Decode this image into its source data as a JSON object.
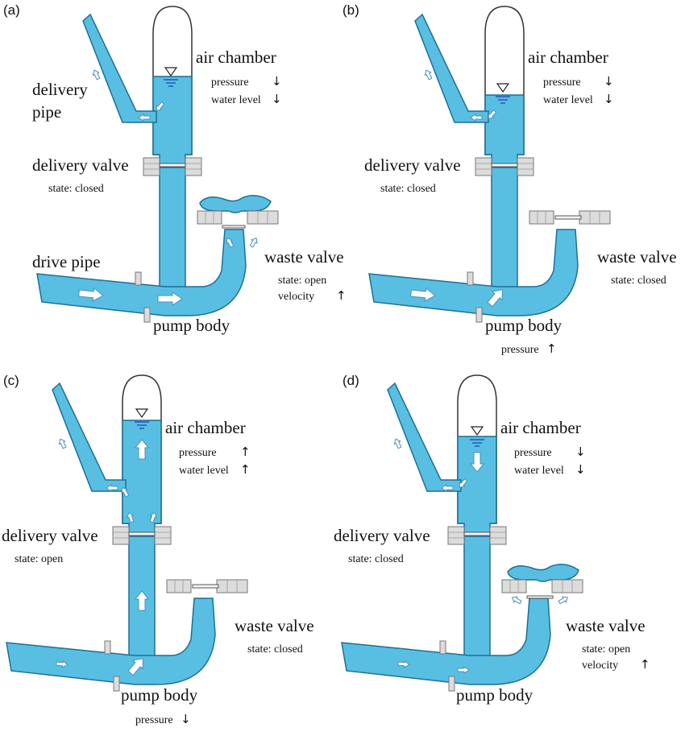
{
  "panels": [
    {
      "id": "a",
      "label": "(a)",
      "texts": {
        "air_chamber": "air chamber",
        "pressure": "pressure",
        "pressure_sym": "↓",
        "water_level": "water level",
        "water_level_sym": "↓",
        "delivery_pipe_1": "delivery",
        "delivery_pipe_2": "pipe",
        "delivery_valve": "delivery valve",
        "delivery_state": "state: closed",
        "drive_pipe": "drive pipe",
        "waste_valve": "waste valve",
        "waste_state": "state: open",
        "velocity": "velocity",
        "velocity_sym": "↑",
        "pump_body": "pump body"
      }
    },
    {
      "id": "b",
      "label": "(b)",
      "texts": {
        "air_chamber": "air chamber",
        "pressure": "pressure",
        "pressure_sym": "↓",
        "water_level": "water level",
        "water_level_sym": "↓",
        "delivery_valve": "delivery valve",
        "delivery_state": "state: closed",
        "waste_valve": "waste valve",
        "waste_state": "state: closed",
        "pump_body": "pump body",
        "body_pressure": "pressure",
        "body_pressure_sym": "↑"
      }
    },
    {
      "id": "c",
      "label": "(c)",
      "texts": {
        "air_chamber": "air chamber",
        "pressure": "pressure",
        "pressure_sym": "↑",
        "water_level": "water level",
        "water_level_sym": "↑",
        "delivery_valve": "delivery valve",
        "delivery_state": "state: open",
        "waste_valve": "waste valve",
        "waste_state": "state: closed",
        "pump_body": "pump body",
        "body_pressure": "pressure",
        "body_pressure_sym": "↓"
      }
    },
    {
      "id": "d",
      "label": "(d)",
      "texts": {
        "air_chamber": "air chamber",
        "pressure": "pressure",
        "pressure_sym": "↓",
        "water_level": "water level",
        "water_level_sym": "↓",
        "delivery_valve": "delivery valve",
        "delivery_state": "state: closed",
        "waste_valve": "waste valve",
        "waste_state": "state: open",
        "velocity": "velocity",
        "velocity_sym": "↑",
        "pump_body": "pump body"
      }
    }
  ],
  "colors": {
    "water": "#58bfe3",
    "outline": "#1d6f96",
    "flange": "#dcdcdc",
    "arrow": "#ffffff"
  }
}
